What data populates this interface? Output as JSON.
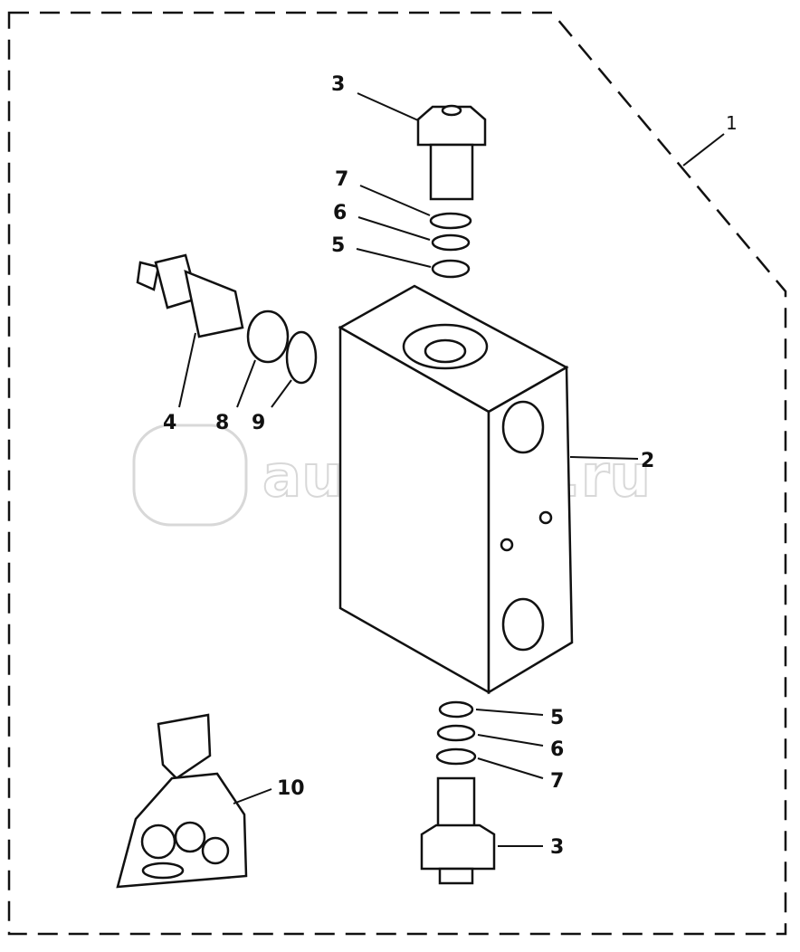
{
  "diagram": {
    "callouts": {
      "assembly": "1",
      "valve_body": "2",
      "plug_top": "3",
      "plug_bottom": "3",
      "relief_valve": "4",
      "ring_top_5": "5",
      "ring_top_6": "6",
      "ring_top_7": "7",
      "ring_bottom_5": "5",
      "ring_bottom_6": "6",
      "ring_bottom_7": "7",
      "backup_ring": "8",
      "o_ring": "9",
      "seal_kit": "10"
    },
    "watermark": "autopiter.ru"
  }
}
